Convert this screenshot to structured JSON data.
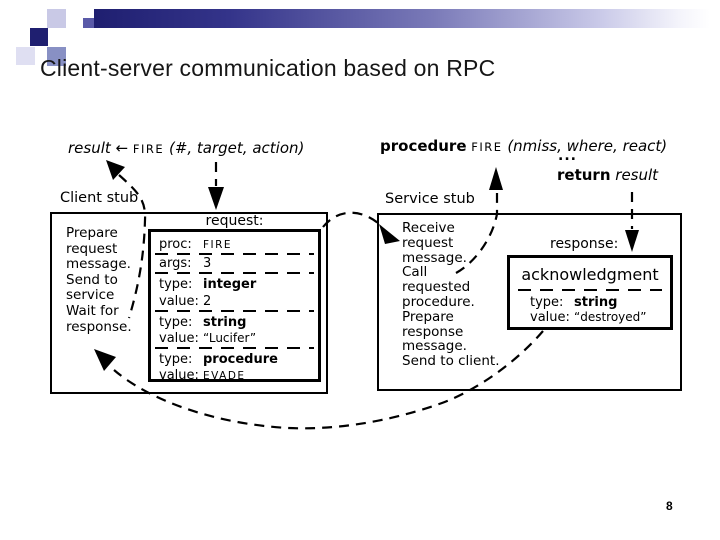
{
  "slide": {
    "title": "Client-server communication based on RPC",
    "page_number": "8"
  },
  "theme": {
    "header_dark_navy": "#1F1F70",
    "header_slate": "#8890C4",
    "header_lavender": "#C9C9E6",
    "header_pale": "#DFDFF2",
    "header_mid": "#5A5AA8",
    "text_color": "#161616",
    "diagram_ink": "#000000"
  },
  "client": {
    "call": {
      "result": "result",
      "assign_arrow": "←",
      "proc_name": "FIRE",
      "params": "(#, target, action)"
    },
    "stub_label": "Client stub",
    "actions": [
      "Prepare",
      "request",
      "message.",
      "Send to",
      "service",
      "Wait for",
      "response."
    ],
    "message_label": "request:",
    "message_rows": [
      {
        "label": "proc:",
        "value": "FIRE"
      },
      {
        "label": "args:",
        "value": "3"
      },
      {
        "label": "type:",
        "value": "integer"
      },
      {
        "label": "value:",
        "value": "2"
      },
      {
        "label": "type:",
        "value": "string"
      },
      {
        "label": "value:",
        "value": "“Lucifer”"
      },
      {
        "label": "type:",
        "value": "procedure"
      },
      {
        "label": "value:",
        "value": "EVADE"
      }
    ]
  },
  "server": {
    "declaration": {
      "keyword": "procedure",
      "proc_name": "FIRE",
      "params": "(nmiss, where, react)",
      "body_ellipsis": "...",
      "return_keyword": "return",
      "return_value": "result"
    },
    "stub_label": "Service stub",
    "actions": [
      "Receive",
      "request",
      "message.",
      "Call",
      "requested",
      "procedure.",
      "Prepare",
      "response",
      "message.",
      "Send to client."
    ],
    "message_label": "response:",
    "ack_text": "acknowledgment",
    "message_rows": [
      {
        "label": "type:",
        "value": "string"
      },
      {
        "label": "value:",
        "value": "“destroyed”"
      }
    ]
  }
}
